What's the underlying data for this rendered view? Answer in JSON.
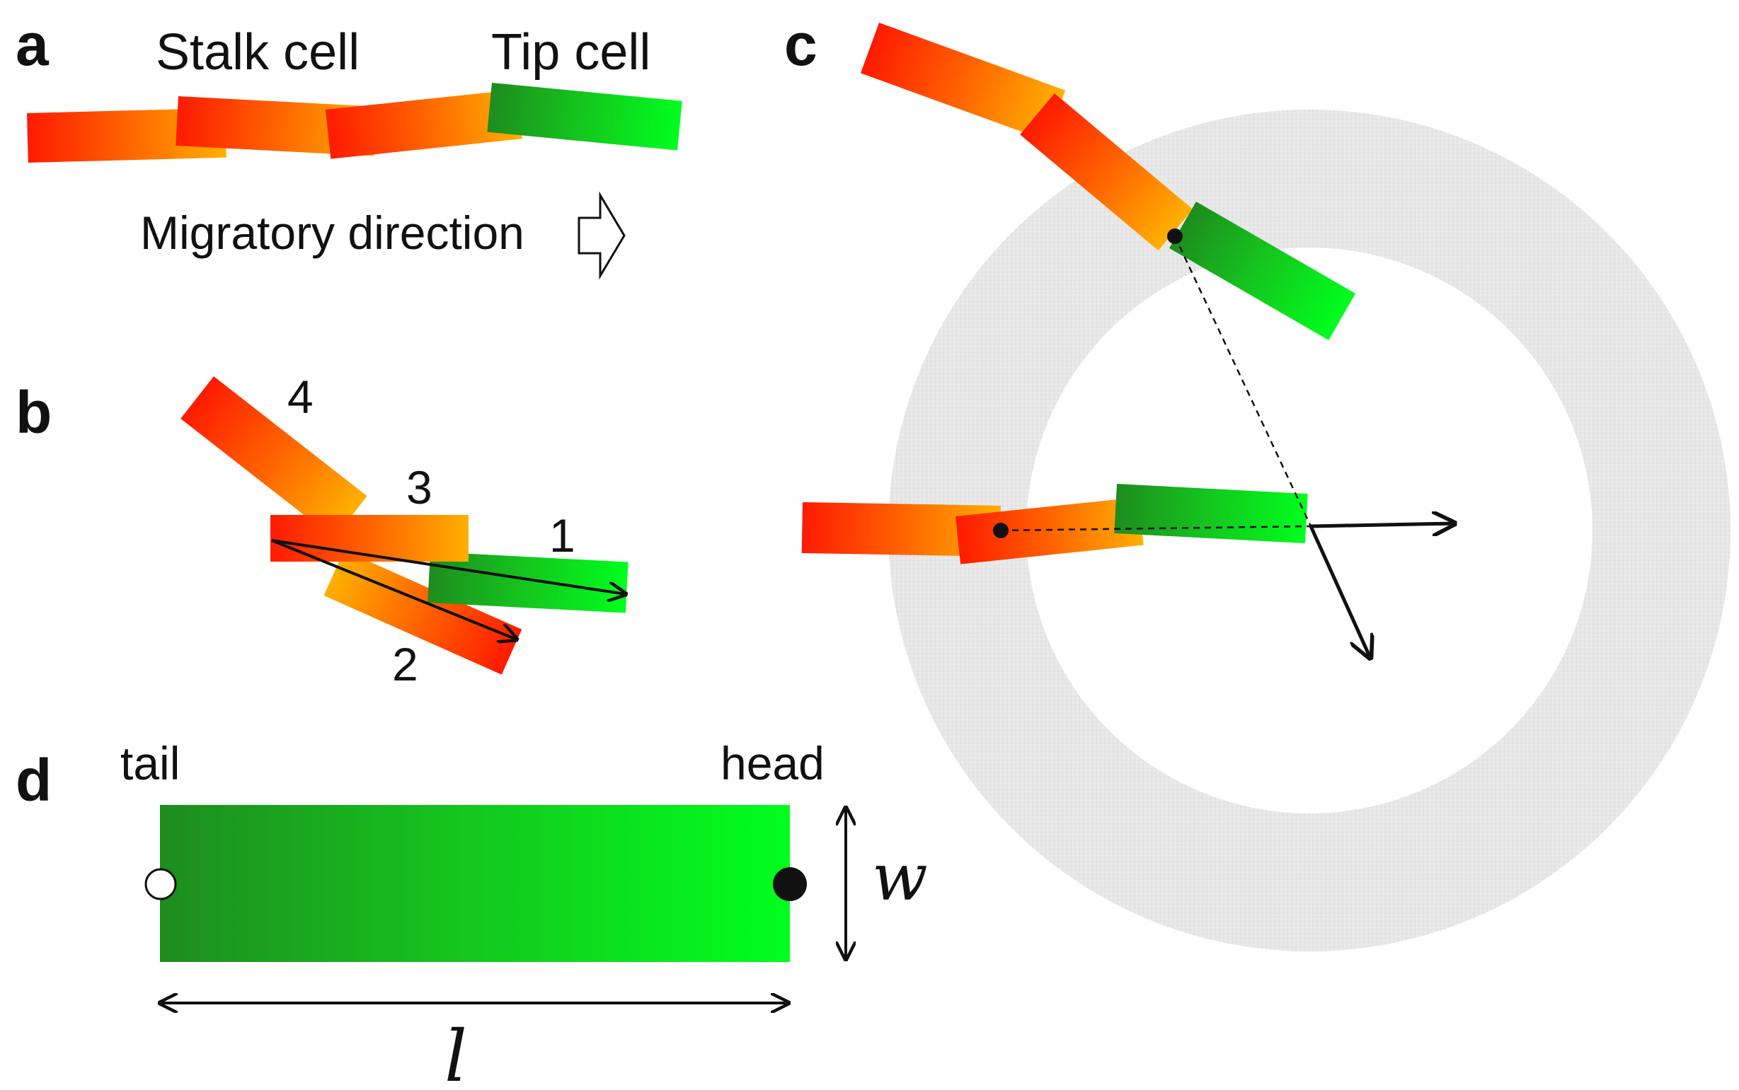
{
  "panels": {
    "a": "a",
    "b": "b",
    "c": "c",
    "d": "d"
  },
  "panel_a": {
    "stalk_label": "Stalk cell",
    "tip_label": "Tip cell",
    "direction_label": "Migratory direction"
  },
  "panel_b": {
    "cell_numbers": [
      "1",
      "2",
      "3",
      "4"
    ]
  },
  "panel_d": {
    "tail_label": "tail",
    "head_label": "head",
    "width_symbol": "w",
    "length_symbol": "l"
  },
  "colors": {
    "stalk_red": "#ff1a00",
    "stalk_orange": "#ffa800",
    "tip_dark_green": "#1e8c1e",
    "tip_bright_green": "#00ff1e",
    "ring_gray": "#e6e6e6",
    "arrow_black": "#111111"
  }
}
